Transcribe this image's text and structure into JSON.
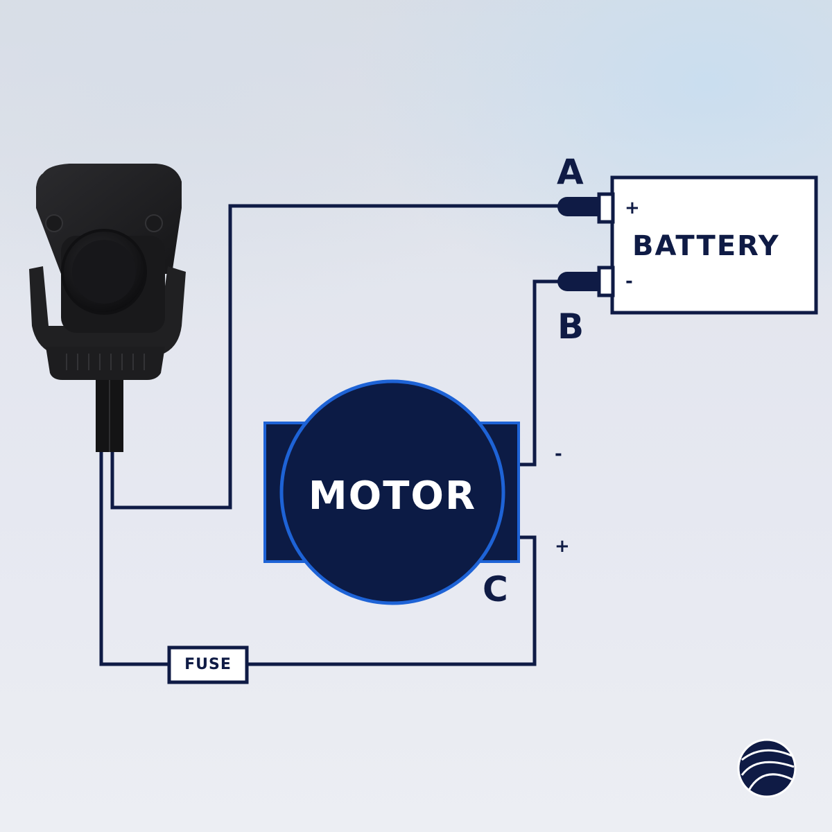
{
  "labels": {
    "terminal_a": "A",
    "terminal_b": "B",
    "terminal_c": "C",
    "battery": "BATTERY",
    "battery_plus": "+",
    "battery_minus": "-",
    "motor": "MOTOR",
    "motor_minus": "-",
    "motor_plus": "+",
    "fuse": "FUSE"
  },
  "colors": {
    "wire": "#0f1b45",
    "motor_fill": "#0c1b45",
    "motor_outline": "#1e63d6",
    "switch_body": "#1c1c1e"
  },
  "icons": {
    "switch": "foot-switch-icon",
    "logo": "globe-logo-icon"
  }
}
